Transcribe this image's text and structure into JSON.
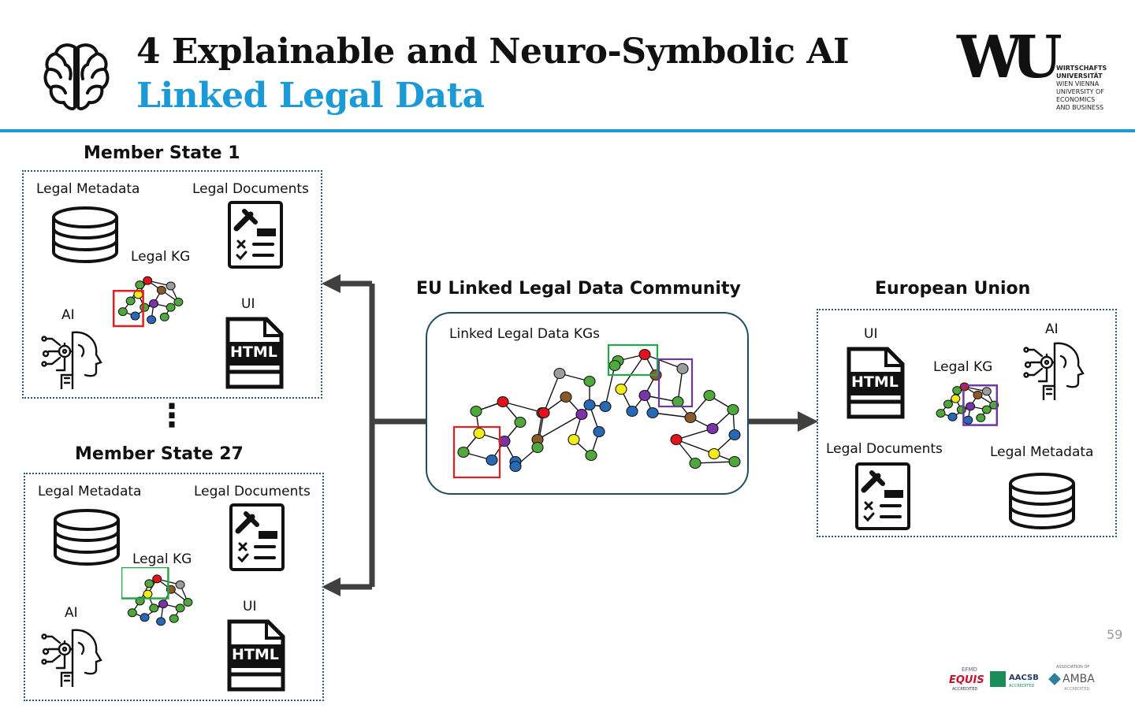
{
  "slide": {
    "title": "4 Explainable and Neuro-Symbolic AI",
    "subtitle": "Linked Legal Data",
    "page_number": "59",
    "accent_color": "#1b9ad6"
  },
  "logo": {
    "mark": "WU",
    "text_lines": [
      "WIRTSCHAFTS",
      "UNIVERSITÄT",
      "WIEN VIENNA",
      "UNIVERSITY OF",
      "ECONOMICS",
      "AND BUSINESS"
    ]
  },
  "member_state_1": {
    "title": "Member State 1",
    "legal_metadata": "Legal Metadata",
    "legal_documents": "Legal Documents",
    "legal_kg": "Legal KG",
    "ai": "AI",
    "ui": "UI"
  },
  "ellipsis": "⋮",
  "member_state_27": {
    "title": "Member State 27",
    "legal_metadata": "Legal Metadata",
    "legal_documents": "Legal Documents",
    "legal_kg": "Legal KG",
    "ai": "AI",
    "ui": "UI"
  },
  "community": {
    "title": "EU Linked Legal Data Community",
    "label": "Linked Legal Data KGs"
  },
  "european_union": {
    "title": "European Union",
    "ui": "UI",
    "ai": "AI",
    "legal_kg": "Legal KG",
    "legal_documents": "Legal Documents",
    "legal_metadata": "Legal Metadata"
  },
  "icons": {
    "html_label": "HTML",
    "brain": "brain-icon",
    "database": "database-icon",
    "document": "legal-document-icon",
    "ai_head": "ai-head-icon",
    "html_file": "html-file-icon"
  },
  "accreditations": [
    "EFMD",
    "EQUIS",
    "ACCREDITED",
    "AACSB",
    "ACCREDITED",
    "ASSOCIATION OF",
    "AMBA",
    "ACCREDITED"
  ],
  "colors": {
    "node_red": "#e0141a",
    "node_yellow": "#f3ec18",
    "node_green": "#4fa83c",
    "node_blue": "#2769b4",
    "node_purple": "#7a33a8",
    "node_brown": "#8b5a2b",
    "node_gray": "#9c9c9c",
    "highlight_red": "#e02020",
    "highlight_green": "#22a846",
    "highlight_purple": "#6a3aa0",
    "arrow": "#404040"
  }
}
